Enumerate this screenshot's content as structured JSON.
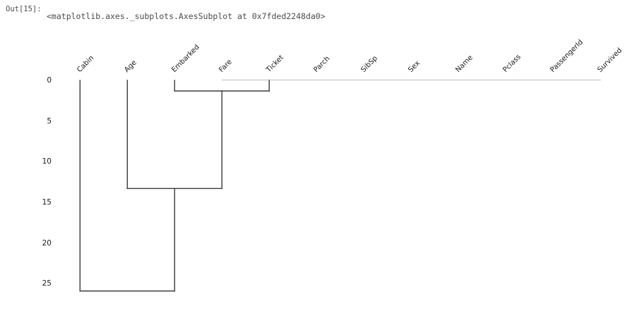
{
  "output": {
    "prompt": "Out[15]:",
    "repr": "<matplotlib.axes._subplots.AxesSubplot at 0x7fded2248da0>"
  },
  "chart_data": {
    "type": "dendrogram",
    "orientation": "top",
    "leaves": [
      "Cabin",
      "Age",
      "Embarked",
      "Fare",
      "Ticket",
      "Parch",
      "SibSp",
      "Sex",
      "Name",
      "Pclass",
      "PassengerId",
      "Survived"
    ],
    "yticks": [
      0,
      5,
      10,
      15,
      20,
      25
    ],
    "ylim": [
      0,
      26
    ],
    "grid": false,
    "zero_distance_cluster": {
      "members": [
        "Fare",
        "Ticket",
        "Parch",
        "SibSp",
        "Sex",
        "Name",
        "Pclass",
        "PassengerId",
        "Survived"
      ],
      "span_units": [
        3,
        11
      ],
      "root_unit": 4.0,
      "distance": 0
    },
    "links": [
      {
        "left_unit": 2.0,
        "right_unit": 4.0,
        "left_base": 0,
        "right_base": 0,
        "distance": 1.3
      },
      {
        "left_unit": 1.0,
        "right_unit": 3.0,
        "left_base": 0,
        "right_base": 1.3,
        "distance": 13.3
      },
      {
        "left_unit": 0.0,
        "right_unit": 2.0,
        "left_base": 0,
        "right_base": 13.3,
        "distance": 25.9
      }
    ],
    "colors": {
      "link": "#3a3a3a",
      "zero_link": "#d9d9d9",
      "axis_text": "#1a1a1a",
      "output_text": "#4c4c4c"
    }
  }
}
